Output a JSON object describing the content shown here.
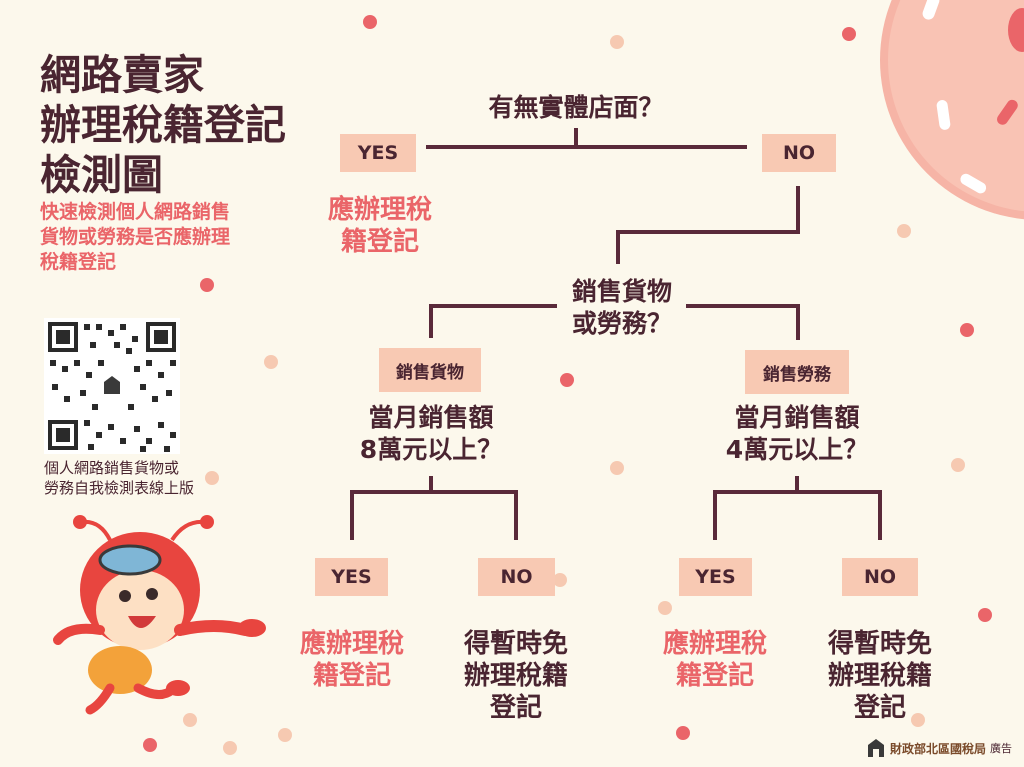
{
  "title": {
    "line1": "網路賣家",
    "line2": "辦理稅籍登記",
    "line3": "檢測圖"
  },
  "subtitle": {
    "line1": "快速檢測個人網路銷售",
    "line2": "貨物或勞務是否應辦理",
    "line3": "稅籍登記"
  },
  "qr_caption": {
    "line1": "個人網路銷售貨物或",
    "line2": "勞務自我檢測表線上版"
  },
  "flow": {
    "q1": "有無實體店面？",
    "q1_yes": "YES",
    "q1_no": "NO",
    "q1_yes_result": {
      "line1": "應辦理稅",
      "line2": "籍登記"
    },
    "q2": {
      "line1": "銷售貨物",
      "line2": "或勞務？"
    },
    "goods": {
      "label": "銷售貨物",
      "question": {
        "line1": "當月銷售額",
        "line2": "8萬元以上？"
      },
      "yes": "YES",
      "no": "NO",
      "yes_result": {
        "line1": "應辦理稅",
        "line2": "籍登記"
      },
      "no_result": {
        "line1": "得暫時免",
        "line2": "辦理稅籍",
        "line3": "登記"
      }
    },
    "services": {
      "label": "銷售勞務",
      "question": {
        "line1": "當月銷售額",
        "line2": "4萬元以上？"
      },
      "yes": "YES",
      "no": "NO",
      "yes_result": {
        "line1": "應辦理稅",
        "line2": "籍登記"
      },
      "no_result": {
        "line1": "得暫時免",
        "line2": "辦理稅籍",
        "line3": "登記"
      }
    }
  },
  "footer": {
    "agency": "財政部北區國稅局",
    "ad": "廣告"
  },
  "colors": {
    "background": "#fcf8ec",
    "line": "#5a2a3a",
    "tag": "#f8c9b3",
    "accent": "#ea6569",
    "text": "#4a2531"
  },
  "icons": {
    "qr": "qr-code-icon",
    "mascot": "ant-mascot",
    "donut": "donut-decoration",
    "logo": "agency-logo-icon"
  }
}
